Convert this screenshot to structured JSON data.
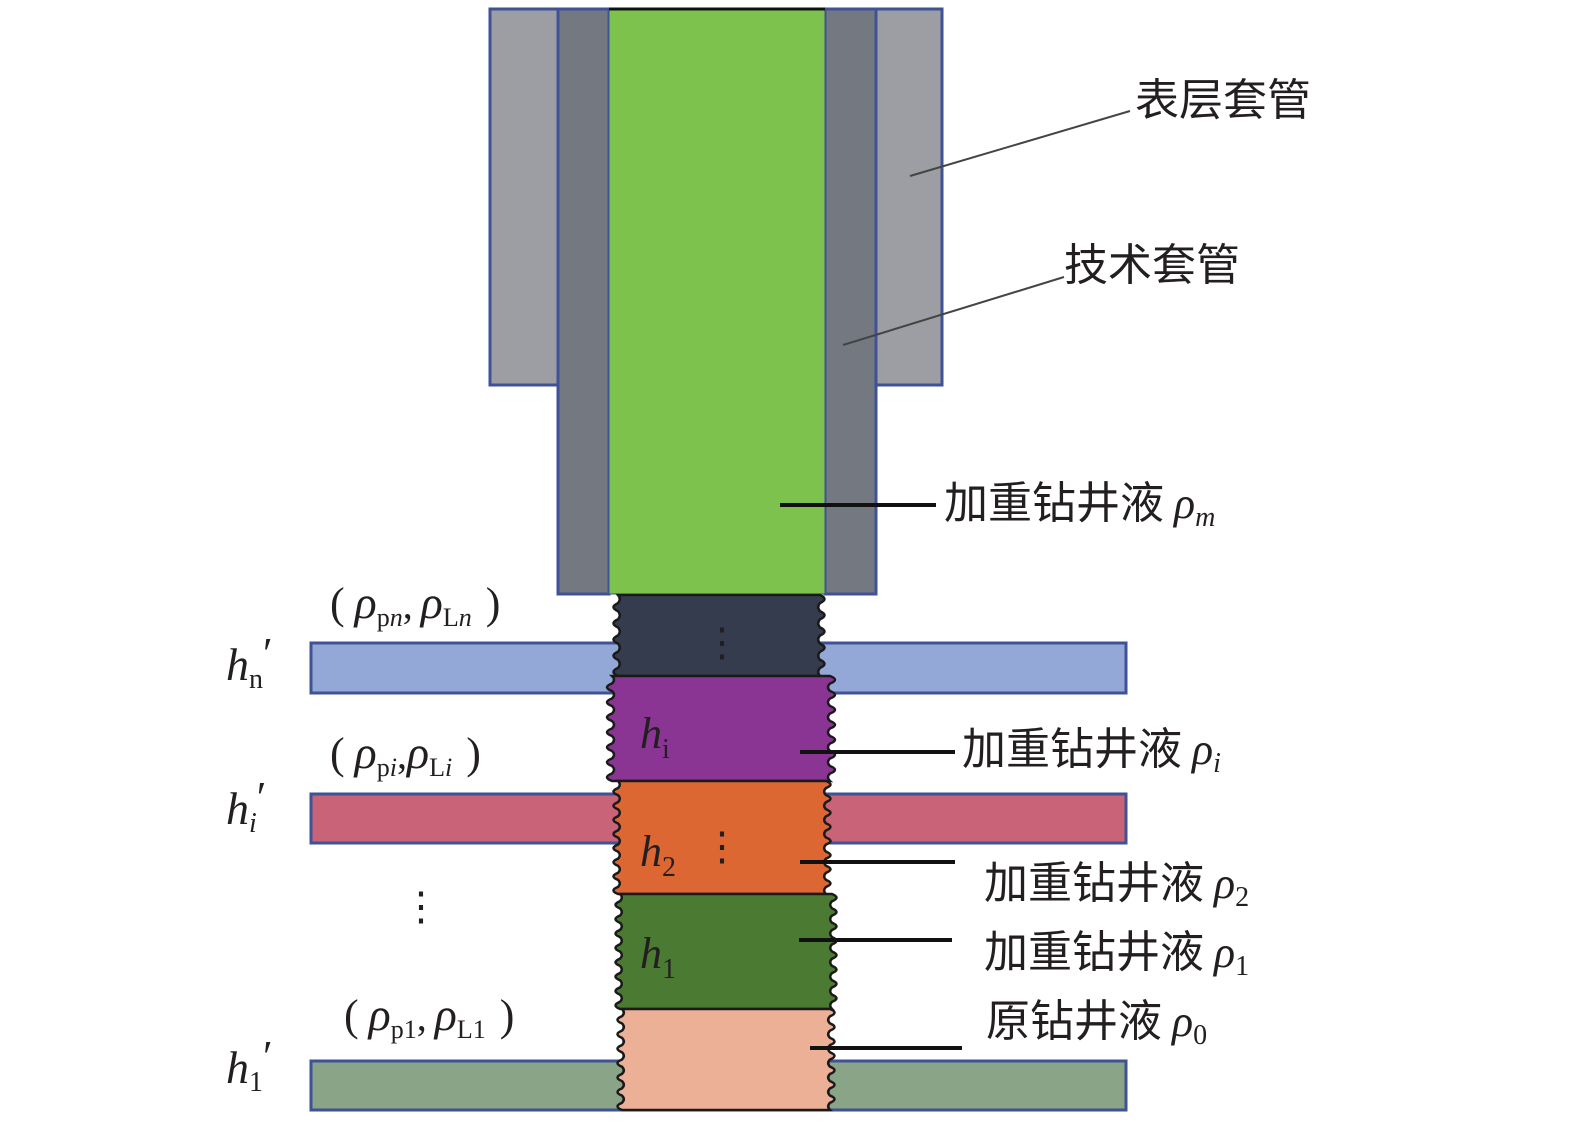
{
  "figure": {
    "colors": {
      "surface_casing": "#9c9ea3",
      "intermediate_casing": "#747881",
      "casing_border": "#3f5296",
      "weighted_mud_m": "#7cc24d",
      "segment_n": "#353c4e",
      "segment_i": "#8a3593",
      "segment_2": "#dd6733",
      "segment_1": "#4b7a33",
      "segment_0": "#ecb097",
      "layer_n": "#93a8d6",
      "layer_i": "#c96378",
      "layer_1": "#8aa488",
      "leader_line": "#111111"
    },
    "callouts": {
      "surface_casing": "表层套管",
      "intermediate_casing": "技术套管",
      "mud_m": {
        "text": "加重钻井液",
        "symbol": "ρ",
        "sub": "m"
      },
      "mud_i": {
        "text": "加重钻井液",
        "symbol": "ρ",
        "sub": "i"
      },
      "mud_2": {
        "text": "加重钻井液",
        "symbol": "ρ",
        "sub": "2"
      },
      "mud_1": {
        "text": "加重钻井液",
        "symbol": "ρ",
        "sub": "1"
      },
      "mud_0": {
        "text": "原钻井液",
        "symbol": "ρ",
        "sub": "0"
      }
    },
    "segment_heights": {
      "i": {
        "symbol": "h",
        "sub": "i"
      },
      "2": {
        "symbol": "h",
        "sub": "2"
      },
      "1": {
        "symbol": "h",
        "sub": "1"
      }
    },
    "layers": {
      "n": {
        "depth_symbol": "h",
        "depth_sub": "n",
        "prime": "′",
        "open": "(",
        "rho": "ρ",
        "sub_p": "p",
        "sub_p_idx": "n",
        "sep": ",",
        "sub_L": "L",
        "sub_L_idx": "n",
        "close": ")"
      },
      "i": {
        "depth_symbol": "h",
        "depth_sub": "i",
        "prime": "′",
        "open": "(",
        "rho": "ρ",
        "sub_p": "p",
        "sub_p_idx": "i",
        "sep": ",",
        "sub_L": "L",
        "sub_L_idx": "i",
        "close": ")"
      },
      "1": {
        "depth_symbol": "h",
        "depth_sub": "1",
        "prime": "′",
        "open": "(",
        "rho": "ρ",
        "sub_p": "p",
        "sub_p_idx": "1",
        "sep": ",",
        "sub_L": "L",
        "sub_L_idx": "1",
        "close": ")"
      }
    },
    "ellipsis": "⋮"
  }
}
